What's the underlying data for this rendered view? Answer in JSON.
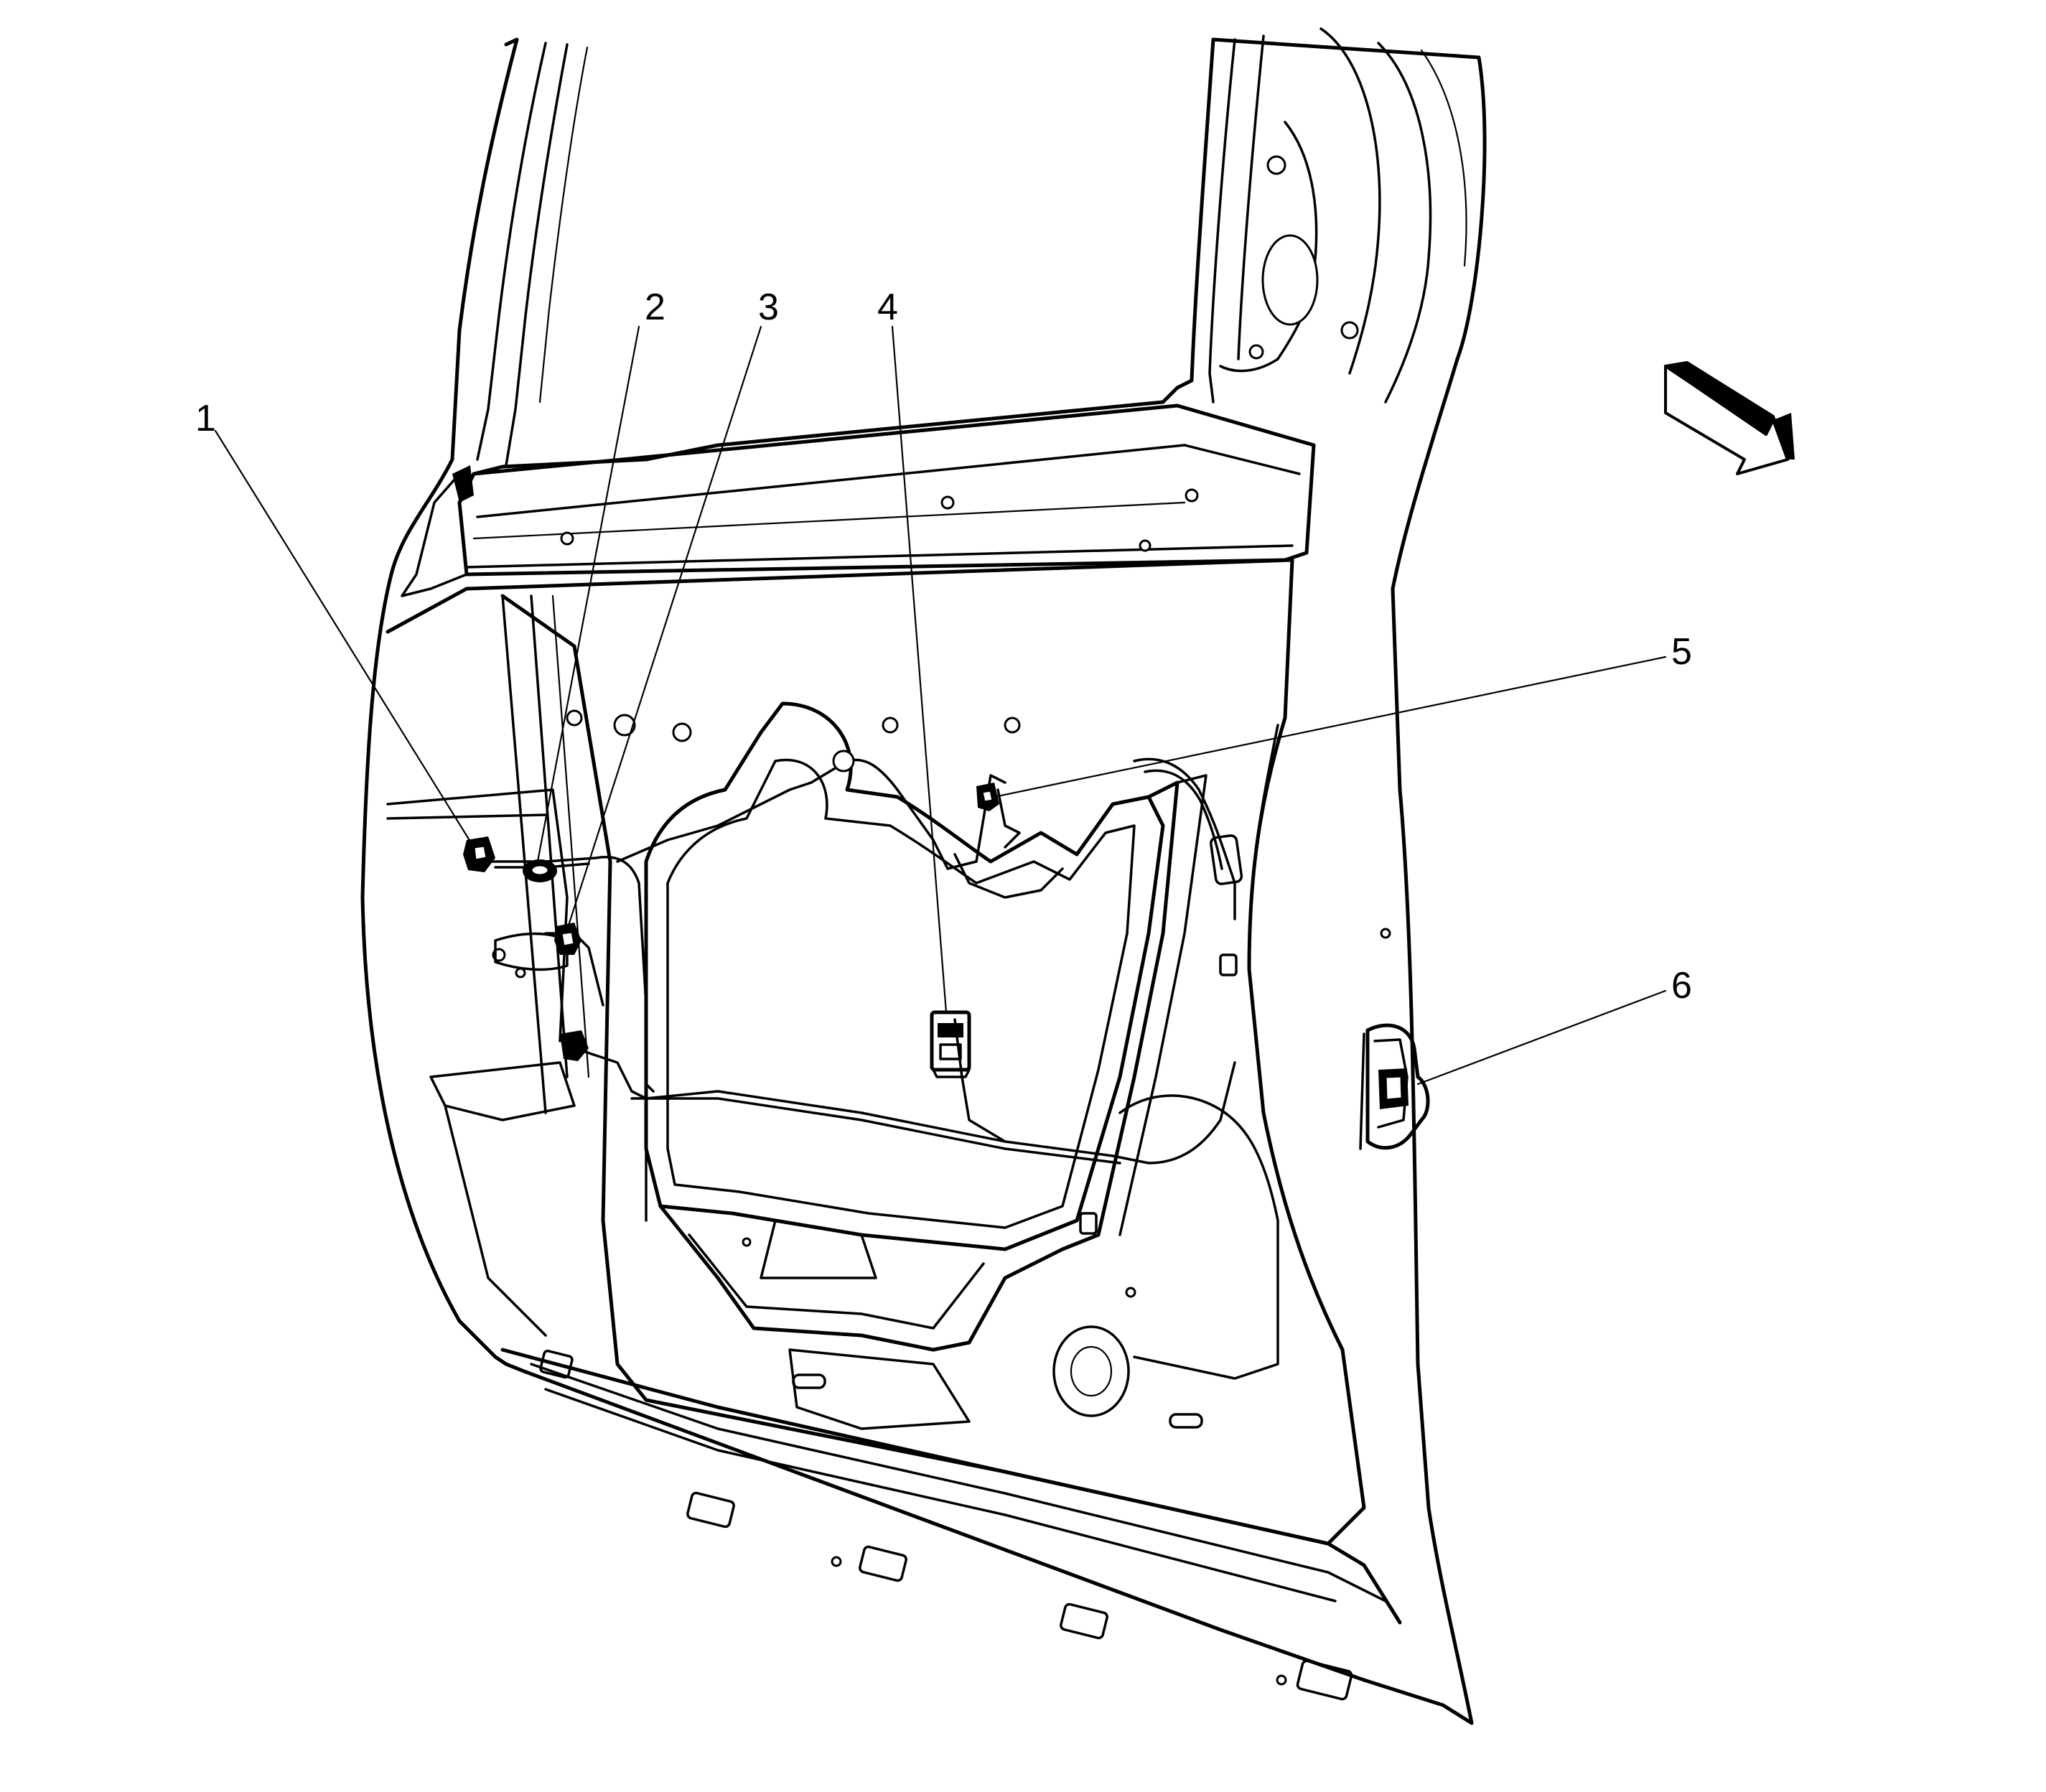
{
  "diagram": {
    "callouts": [
      {
        "id": "1",
        "label": "1"
      },
      {
        "id": "2",
        "label": "2"
      },
      {
        "id": "3",
        "label": "3"
      },
      {
        "id": "4",
        "label": "4"
      },
      {
        "id": "5",
        "label": "5"
      },
      {
        "id": "6",
        "label": "6"
      }
    ],
    "orientation_arrow": "front-direction-arrow",
    "colors": {
      "line": "#000000",
      "background": "#ffffff"
    }
  }
}
